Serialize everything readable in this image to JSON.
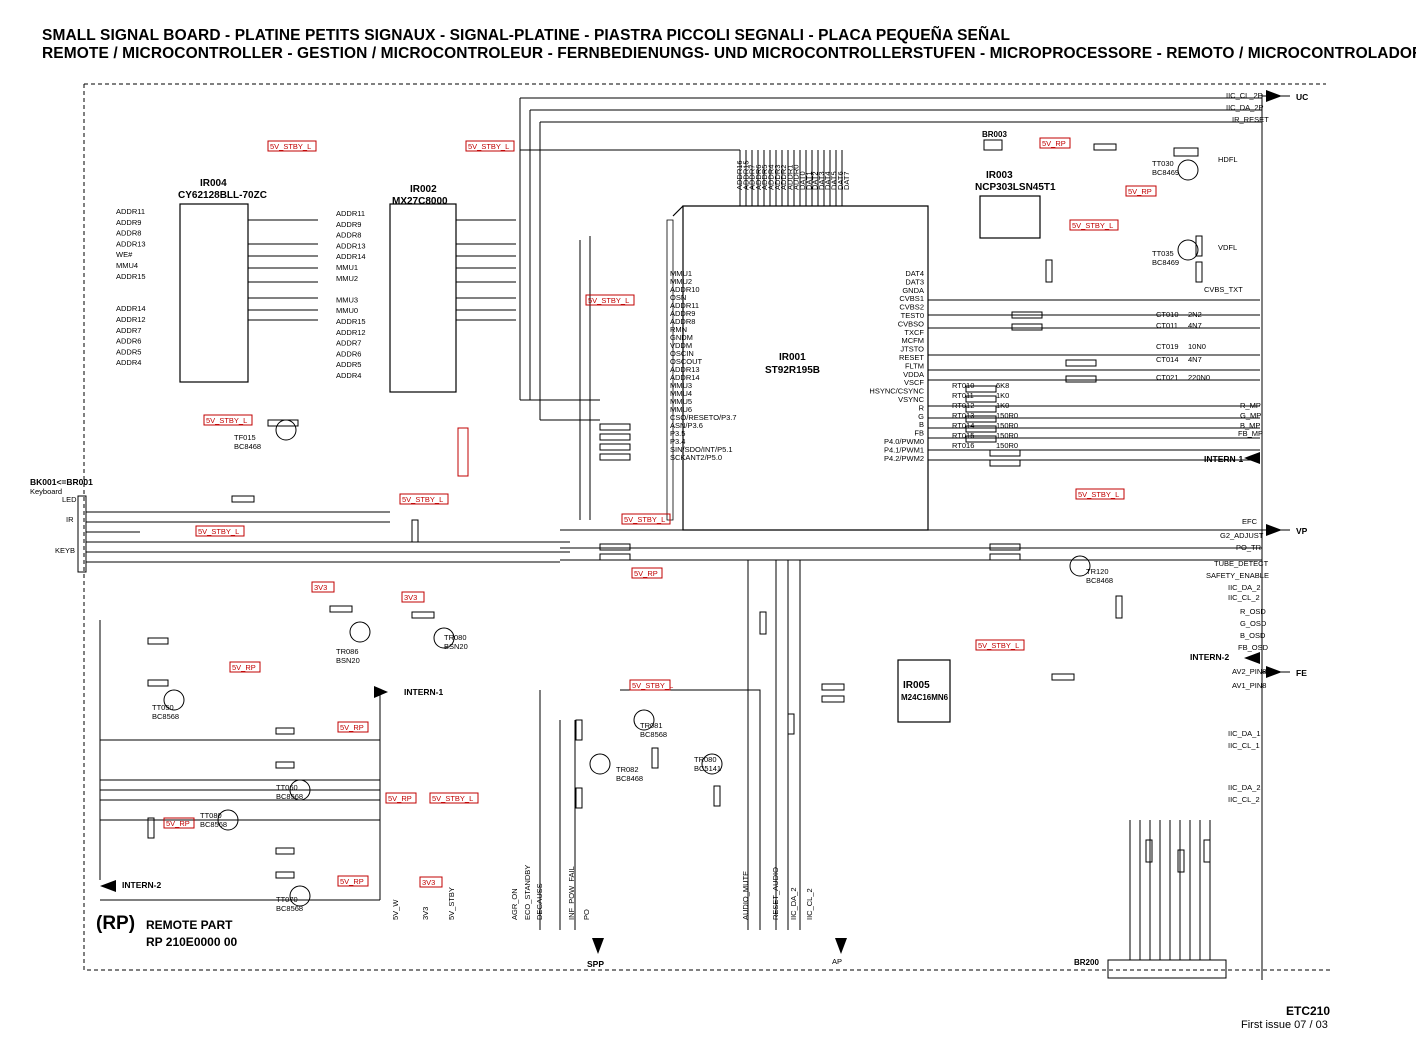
{
  "header": {
    "line1": "SMALL SIGNAL BOARD - PLATINE PETITS SIGNAUX - SIGNAL-PLATINE - PIASTRA PICCOLI SEGNALI - PLACA PEQUEÑA SEÑAL",
    "line2": "REMOTE / MICROCONTROLLER - GESTION / MICROCONTROLEUR - FERNBEDIENUNGS- UND MICROCONTROLLERSTUFEN - MICROPROCESSORE - REMOTO / MICROCONTROLADOR"
  },
  "footer": {
    "rp_prefix": "(RP)",
    "rp_title": "REMOTE PART",
    "rp_code": "RP 210E0000 00",
    "model": "ETC210",
    "issue": "First issue 07 / 03"
  },
  "chips": {
    "ir001": {
      "ref": "IR001",
      "part": "ST92R195B"
    },
    "ir002": {
      "ref": "IR002",
      "part": "MX27C8000"
    },
    "ir003": {
      "ref": "IR003",
      "part": "NCP303LSN45T1"
    },
    "ir004": {
      "ref": "IR004",
      "part": "CY62128BLL-70ZC"
    },
    "ir005": {
      "ref": "IR005",
      "part": "M24C16MN6"
    }
  },
  "connectors": {
    "uc": "UC",
    "vp": "VP",
    "fe": "FE",
    "spp": "SPP",
    "ap": "AP",
    "intern1": "INTERN-1",
    "intern1b": "INTERN-1",
    "intern2": "INTERN-2",
    "intern2b": "INTERN-2",
    "br200": "BR200",
    "br003": "BR003",
    "bk001": "BK001<=BR001",
    "keyboard": "Keyboard",
    "led": "LED",
    "ir": "IR",
    "keyb": "KEYB"
  },
  "nets_right": [
    "IIC_CL_2P",
    "IIC_DA_2P",
    "IR_RESET",
    "HDFL",
    "VDFL",
    "CVBS_TXT",
    "R_MP",
    "G_MP",
    "B_MP",
    "FB_MP",
    "EFC",
    "G2_ADJUST",
    "PO_TR",
    "TUBE_DETECT",
    "SAFETY_ENABLE",
    "IIC_DA_2",
    "IIC_CL_2",
    "R_OSD",
    "G_OSD",
    "B_OSD",
    "FB_OSD",
    "AV2_PIN8",
    "AV1_PIN8",
    "IIC_DA_1",
    "IIC_CL_1",
    "IIC_DA_2",
    "IIC_CL_2"
  ],
  "nets_bottom": [
    "5V_W",
    "3V3",
    "5V_STBY",
    "AGR_ON",
    "ECO_STANDBY",
    "DEGAUSS",
    "INF_POW_FAIL",
    "PO",
    "AUDIO_MUTE",
    "RESET_AUDIO",
    "IIC_DA_2",
    "IIC_CL_2"
  ],
  "tags": {
    "stby": "5V_STBY_L",
    "rp": "5V_RP",
    "v33": "3V3"
  },
  "ir001_left_pins": [
    "MMU1",
    "MMU2",
    "ADDR10",
    "OSN",
    "ADDR11",
    "ADDR9",
    "ADDR8",
    "RMN",
    "GNDM",
    "VDDM",
    "OSCIN",
    "OSCOUT",
    "ADDR13",
    "ADDR14",
    "MMU3",
    "MMU4",
    "MMU5",
    "MMU6",
    "CSO/RESETO/P3.7",
    "ASN/P3.6",
    "P3.5",
    "P3.4",
    "SIN/SDO/INT/P5.1",
    "SCKANT2/P5.0"
  ],
  "ir001_right_pins": [
    "DAT4",
    "DAT3",
    "GNDA",
    "CVBS1",
    "CVBS2",
    "TEST0",
    "CVBSO",
    "TXCF",
    "MCFM",
    "JTSTO",
    "RESET",
    "FLTM",
    "VDDA",
    "VSCF",
    "HSYNC/CSYNC",
    "VSYNC",
    "R",
    "G",
    "B",
    "FB",
    "P4.0/PWM0",
    "P4.1/PWM1",
    "P4.2/PWM2"
  ],
  "ir001_top_pins": [
    "ADDR16",
    "ADDR15",
    "ADDR7",
    "ADDR6",
    "ADDR5",
    "ADDR4",
    "ADDR3",
    "ADDR2",
    "ADDR1",
    "ADDR0",
    "DAT0",
    "DAT1",
    "DAT2",
    "DAT3",
    "DAT4",
    "DAT5",
    "DAT6",
    "DAT7"
  ],
  "ir004_pins": [
    "ADDR11",
    "ADDR9",
    "ADDR8",
    "ADDR13",
    "WE#",
    "MMU4",
    "ADDR15",
    "",
    "",
    "ADDR14",
    "ADDR12",
    "ADDR7",
    "ADDR6",
    "ADDR5",
    "ADDR4"
  ],
  "ir002_pins": [
    "ADDR11",
    "ADDR9",
    "ADDR8",
    "ADDR13",
    "ADDR14",
    "MMU1",
    "MMU2",
    "",
    "MMU3",
    "MMU0",
    "ADDR15",
    "ADDR12",
    "ADDR7",
    "ADDR6",
    "ADDR5",
    "ADDR4"
  ],
  "caps_right": [
    {
      "ref": "CT010",
      "val": "2N2"
    },
    {
      "ref": "CT011",
      "val": "4N7"
    },
    {
      "ref": "CT019",
      "val": "10N0"
    },
    {
      "ref": "CT014",
      "val": "4N7"
    },
    {
      "ref": "CT021",
      "val": "220N0"
    }
  ],
  "res_right": [
    {
      "ref": "RT010",
      "val": "6K8"
    },
    {
      "ref": "RT011",
      "val": "1K0"
    },
    {
      "ref": "RT012",
      "val": "1K0"
    },
    {
      "ref": "RT013",
      "val": "150R0"
    },
    {
      "ref": "RT014",
      "val": "150R0"
    },
    {
      "ref": "RT015",
      "val": "150R0"
    },
    {
      "ref": "RT016",
      "val": "150R0"
    }
  ],
  "transistors": [
    {
      "ref": "TT030",
      "part": "BC8469"
    },
    {
      "ref": "TT035",
      "part": "BC8469"
    },
    {
      "ref": "TF015",
      "part": "BC8468"
    },
    {
      "ref": "TT050",
      "part": "BC8568"
    },
    {
      "ref": "TT060",
      "part": "BC8568"
    },
    {
      "ref": "TT080",
      "part": "BC8568"
    },
    {
      "ref": "TT070",
      "part": "BC8568"
    },
    {
      "ref": "TR080",
      "part": "BSN20"
    },
    {
      "ref": "TR086",
      "part": "BSN20"
    },
    {
      "ref": "TR120",
      "part": "BC8468"
    },
    {
      "ref": "TR081",
      "part": "BC8568"
    },
    {
      "ref": "TR082",
      "part": "BC8468"
    },
    {
      "ref": "TR080",
      "part": "BC5141"
    }
  ]
}
